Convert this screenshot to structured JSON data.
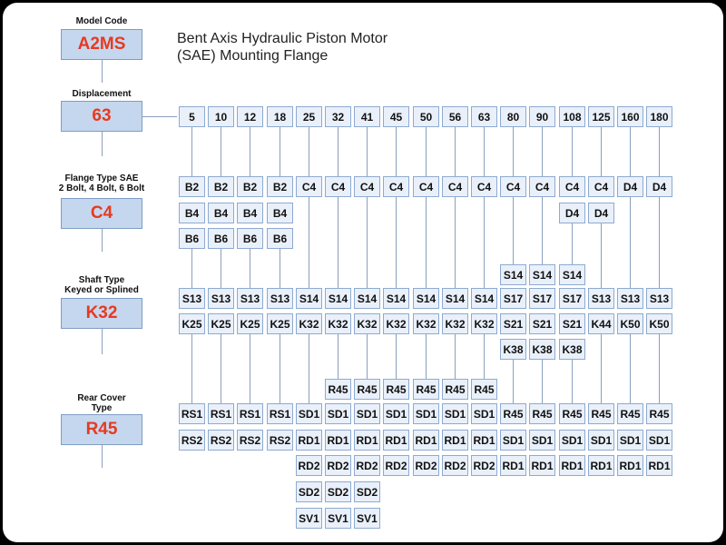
{
  "title": {
    "line1": "Bent Axis Hydraulic Piston Motor",
    "line2": "(SAE) Mounting Flange"
  },
  "sections": {
    "model": {
      "label": "Model Code",
      "code": "A2MS"
    },
    "displacement": {
      "label": "Displacement",
      "code": "63"
    },
    "flange": {
      "label_line1": "Flange Type SAE",
      "label_line2": "2 Bolt, 4 Bolt, 6 Bolt",
      "code": "C4"
    },
    "shaft": {
      "label_line1": "Shaft Type",
      "label_line2": "Keyed or Splined",
      "code": "K32"
    },
    "cover": {
      "label_line1": "Rear Cover",
      "label_line2": "Type",
      "code": "R45"
    }
  },
  "columns": [
    {
      "displacement": "5",
      "flange": [
        "B2",
        "B4",
        "B6"
      ],
      "shaft_top": [],
      "shaft": [
        "S13",
        "K25"
      ],
      "cover_top": [],
      "cover": [
        "RS1",
        "RS2"
      ]
    },
    {
      "displacement": "10",
      "flange": [
        "B2",
        "B4",
        "B6"
      ],
      "shaft_top": [],
      "shaft": [
        "S13",
        "K25"
      ],
      "cover_top": [],
      "cover": [
        "RS1",
        "RS2"
      ]
    },
    {
      "displacement": "12",
      "flange": [
        "B2",
        "B4",
        "B6"
      ],
      "shaft_top": [],
      "shaft": [
        "S13",
        "K25"
      ],
      "cover_top": [],
      "cover": [
        "RS1",
        "RS2"
      ]
    },
    {
      "displacement": "18",
      "flange": [
        "B2",
        "B4",
        "B6"
      ],
      "shaft_top": [],
      "shaft": [
        "S13",
        "K25"
      ],
      "cover_top": [],
      "cover": [
        "RS1",
        "RS2"
      ]
    },
    {
      "displacement": "25",
      "flange": [
        "C4"
      ],
      "shaft_top": [],
      "shaft": [
        "S14",
        "K32"
      ],
      "cover_top": [],
      "cover": [
        "SD1",
        "RD1",
        "RD2",
        "SD2",
        "SV1"
      ]
    },
    {
      "displacement": "32",
      "flange": [
        "C4"
      ],
      "shaft_top": [],
      "shaft": [
        "S14",
        "K32"
      ],
      "cover_top": [
        "R45"
      ],
      "cover": [
        "SD1",
        "RD1",
        "RD2",
        "SD2",
        "SV1"
      ]
    },
    {
      "displacement": "41",
      "flange": [
        "C4"
      ],
      "shaft_top": [],
      "shaft": [
        "S14",
        "K32"
      ],
      "cover_top": [
        "R45"
      ],
      "cover": [
        "SD1",
        "RD1",
        "RD2",
        "SD2",
        "SV1"
      ]
    },
    {
      "displacement": "45",
      "flange": [
        "C4"
      ],
      "shaft_top": [],
      "shaft": [
        "S14",
        "K32"
      ],
      "cover_top": [
        "R45"
      ],
      "cover": [
        "SD1",
        "RD1",
        "RD2"
      ]
    },
    {
      "displacement": "50",
      "flange": [
        "C4"
      ],
      "shaft_top": [],
      "shaft": [
        "S14",
        "K32"
      ],
      "cover_top": [
        "R45"
      ],
      "cover": [
        "SD1",
        "RD1",
        "RD2"
      ]
    },
    {
      "displacement": "56",
      "flange": [
        "C4"
      ],
      "shaft_top": [],
      "shaft": [
        "S14",
        "K32"
      ],
      "cover_top": [
        "R45"
      ],
      "cover": [
        "SD1",
        "RD1",
        "RD2"
      ]
    },
    {
      "displacement": "63",
      "flange": [
        "C4"
      ],
      "shaft_top": [],
      "shaft": [
        "S14",
        "K32"
      ],
      "cover_top": [
        "R45"
      ],
      "cover": [
        "SD1",
        "RD1",
        "RD2"
      ]
    },
    {
      "displacement": "80",
      "flange": [
        "C4"
      ],
      "shaft_top": [
        "S14"
      ],
      "shaft": [
        "S17",
        "S21",
        "K38"
      ],
      "cover_top": [],
      "cover": [
        "R45",
        "SD1",
        "RD1"
      ]
    },
    {
      "displacement": "90",
      "flange": [
        "C4"
      ],
      "shaft_top": [
        "S14"
      ],
      "shaft": [
        "S17",
        "S21",
        "K38"
      ],
      "cover_top": [],
      "cover": [
        "R45",
        "SD1",
        "RD1"
      ]
    },
    {
      "displacement": "108",
      "flange": [
        "C4",
        "D4"
      ],
      "shaft_top": [
        "S14"
      ],
      "shaft": [
        "S17",
        "S21",
        "K38"
      ],
      "cover_top": [],
      "cover": [
        "R45",
        "SD1",
        "RD1"
      ]
    },
    {
      "displacement": "125",
      "flange": [
        "C4",
        "D4"
      ],
      "shaft_top": [],
      "shaft": [
        "S13",
        "K44"
      ],
      "cover_top": [],
      "cover": [
        "R45",
        "SD1",
        "RD1"
      ]
    },
    {
      "displacement": "160",
      "flange": [
        "D4"
      ],
      "shaft_top": [],
      "shaft": [
        "S13",
        "K50"
      ],
      "cover_top": [],
      "cover": [
        "R45",
        "SD1",
        "RD1"
      ]
    },
    {
      "displacement": "180",
      "flange": [
        "D4"
      ],
      "shaft_top": [],
      "shaft": [
        "S13",
        "K50"
      ],
      "cover_top": [],
      "cover": [
        "R45",
        "SD1",
        "RD1"
      ]
    }
  ],
  "colors": {
    "code_text": "#e8391f",
    "code_box": "#c5d7ee",
    "cell_fill": "#e9f0fa",
    "cell_border": "#8eaad0",
    "connector": "#8aa0bd"
  }
}
